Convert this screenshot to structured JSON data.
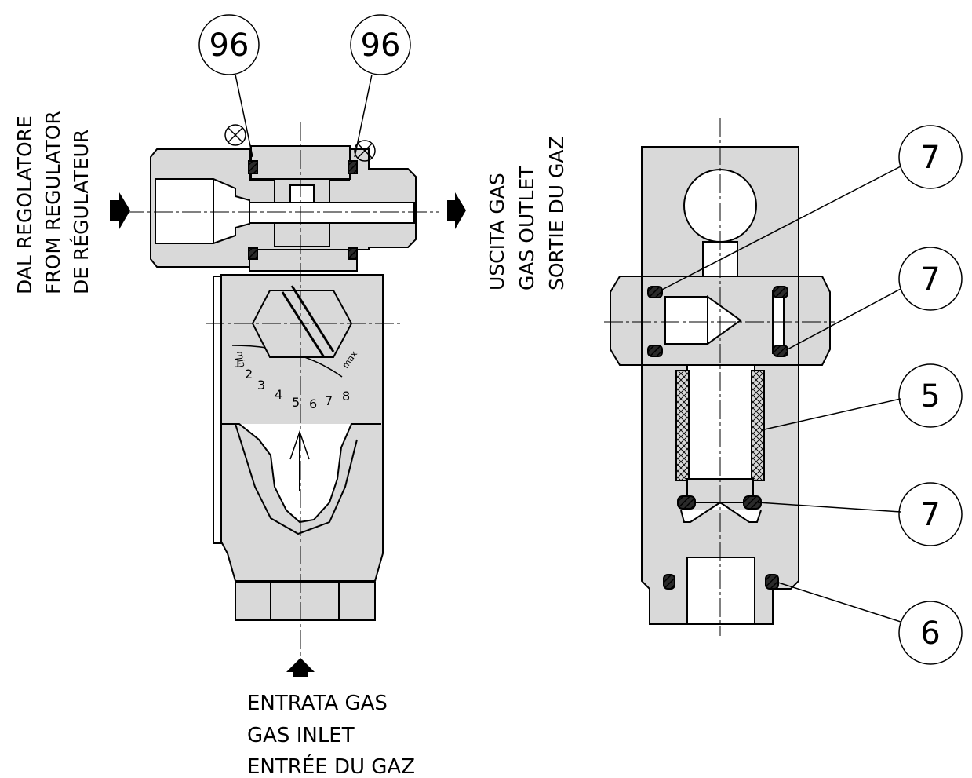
{
  "labels": {
    "from_regulator": [
      "DAL REGOLATORE",
      "FROM REGULATOR",
      "DE RÉGULATEUR"
    ],
    "gas_outlet": [
      "USCITA GAS",
      "GAS OUTLET",
      "SORTIE DU GAZ"
    ],
    "gas_inlet": [
      "ENTRATA GAS",
      "GAS INLET",
      "ENTRÉE DU GAZ"
    ]
  },
  "scale": {
    "min_label": "min",
    "max_label": "max",
    "ticks": [
      "1",
      "2",
      "3",
      "4",
      "5",
      "6",
      "7",
      "8"
    ]
  },
  "callouts": {
    "left_top_a": "96",
    "left_top_b": "96",
    "right_1": "7",
    "right_2": "7",
    "right_3": "5",
    "right_4": "7",
    "right_5": "6"
  }
}
